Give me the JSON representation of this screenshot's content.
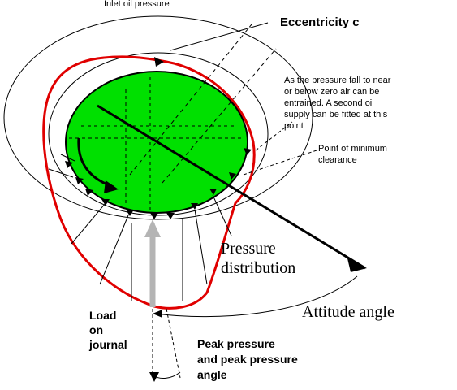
{
  "diagram": {
    "labels": {
      "inlet": "Inlet oil pressure",
      "eccentricity": "Eccentricity c",
      "note_line1": "As the pressure fall to near",
      "note_line2": "or below zero air can be",
      "note_line3": "entrained. A second oil",
      "note_line4": "supply can be fitted at this",
      "note_line5": "point",
      "min_clear_line1": "Point of minimum",
      "min_clear_line2": "clearance",
      "pressure_line1": "Pressure",
      "pressure_line2": "distribution",
      "load_line1": "Load",
      "load_line2": "on",
      "load_line3": "journal",
      "attitude": "Attitude angle",
      "peak_line1": "Peak pressure",
      "peak_line2": "and peak pressure",
      "peak_line3": "angle"
    },
    "colors": {
      "journal_fill": "#00e000",
      "pressure_curve": "#e00000",
      "load_arrow": "#b4b4b4",
      "ink": "#000000"
    }
  }
}
